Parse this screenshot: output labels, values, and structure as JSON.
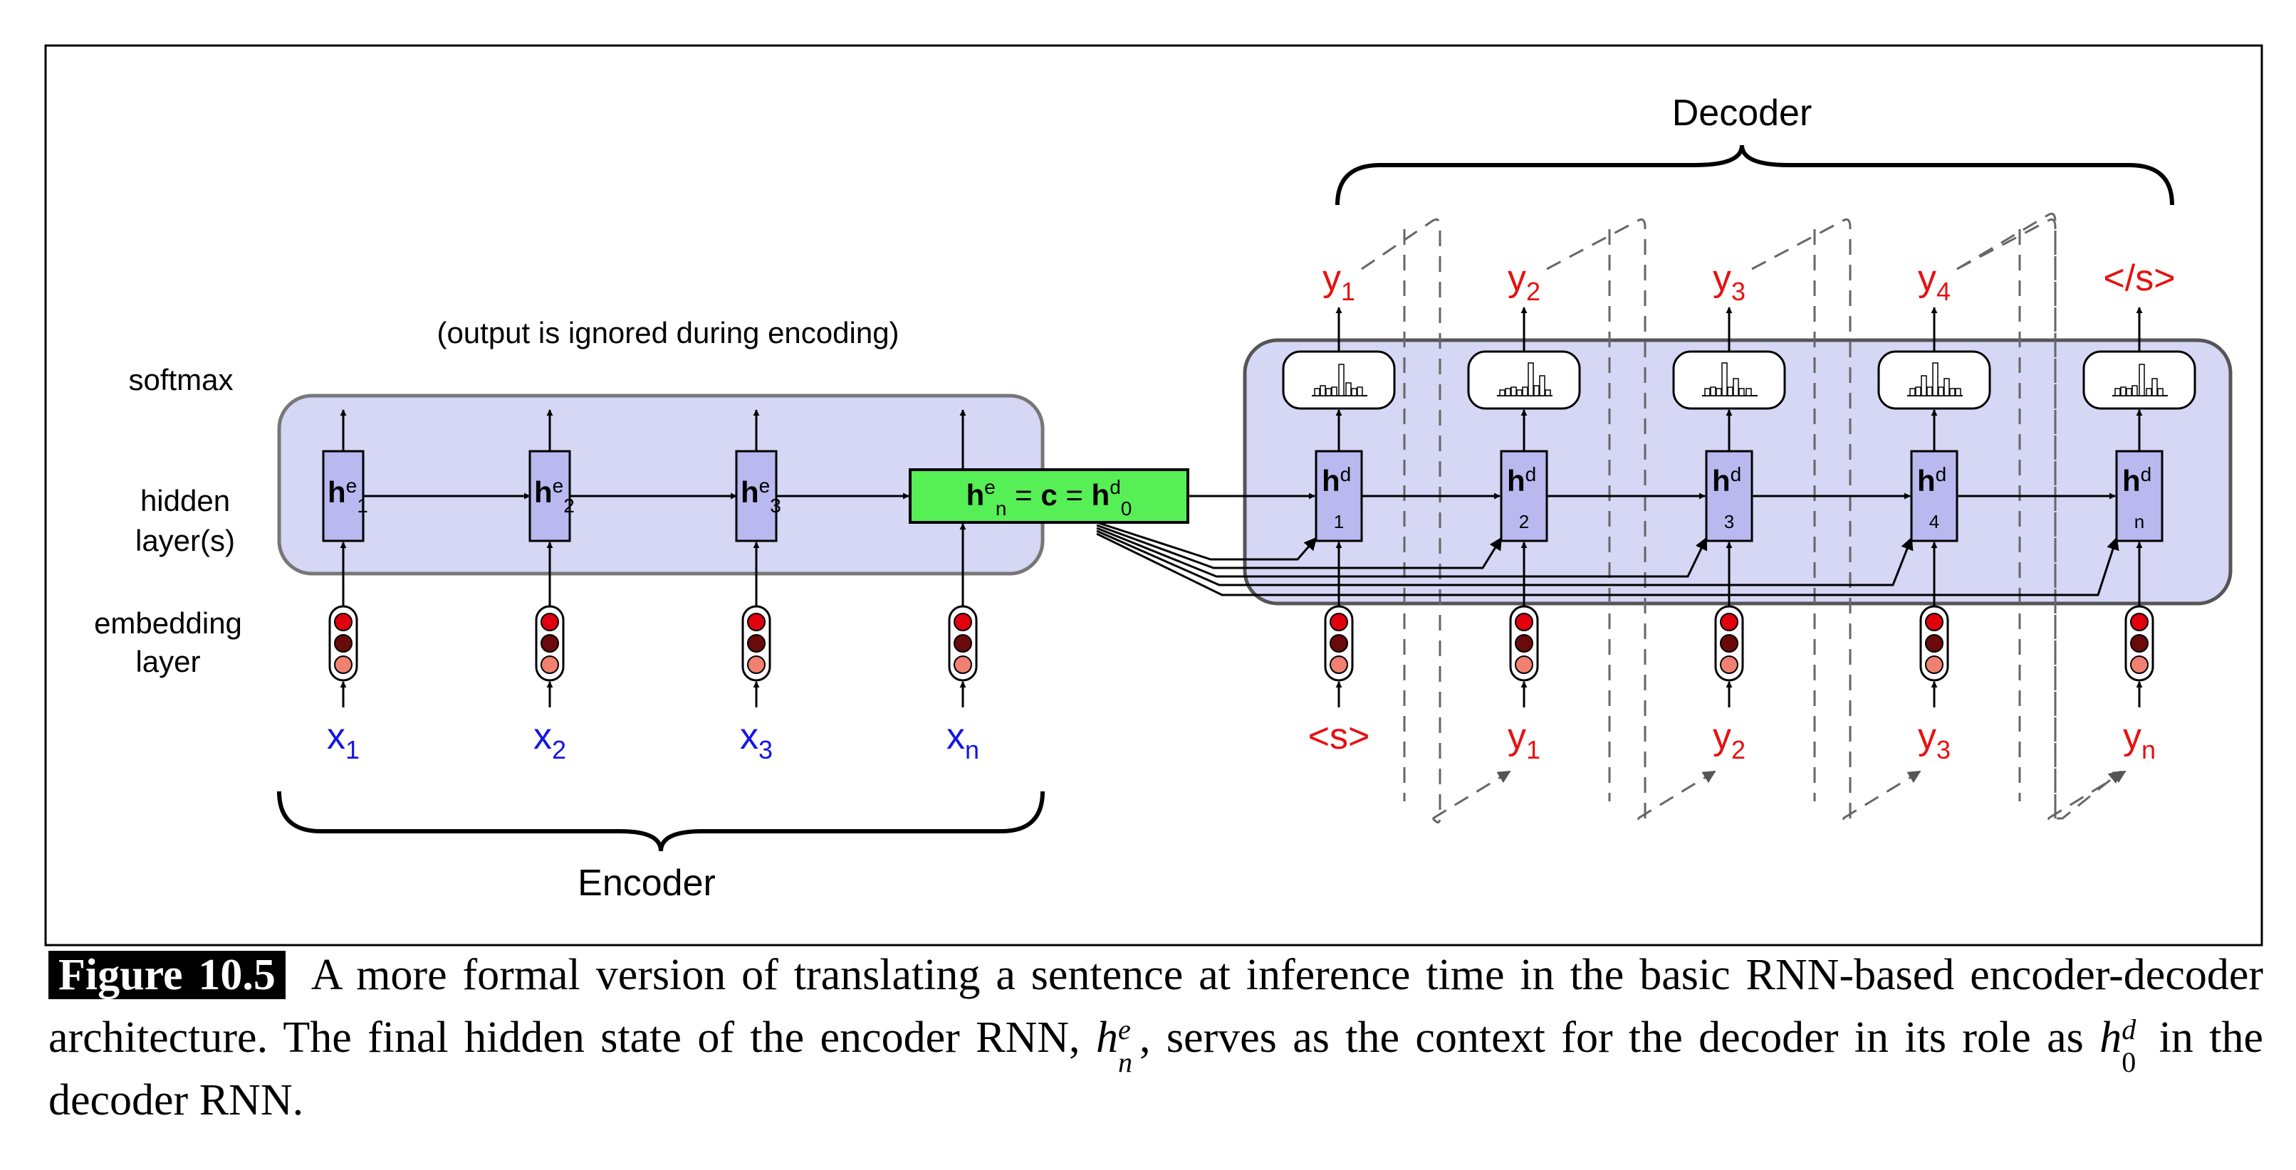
{
  "figure": {
    "labels": {
      "output_note": "(output is ignored during encoding)",
      "softmax": "softmax",
      "hidden_1": "hidden",
      "hidden_2": "layer(s)",
      "embedding_1": "embedding",
      "embedding_2": "layer",
      "encoder": "Encoder",
      "decoder": "Decoder"
    },
    "encoder_hidden": [
      {
        "main": "h",
        "sup": "e",
        "sub": "1"
      },
      {
        "main": "h",
        "sup": "e",
        "sub": "2"
      },
      {
        "main": "h",
        "sup": "e",
        "sub": "3"
      }
    ],
    "context_box": {
      "h1": "h",
      "sup1": "e",
      "sub1": "n",
      "eq1": " = ",
      "c": "c",
      "eq2": " = ",
      "h2": "h",
      "sup2": "d",
      "sub2": "0"
    },
    "encoder_inputs": [
      {
        "main": "x",
        "sub": "1"
      },
      {
        "main": "x",
        "sub": "2"
      },
      {
        "main": "x",
        "sub": "3"
      },
      {
        "main": "x",
        "sub": "n"
      }
    ],
    "decoder_hidden": [
      {
        "main": "h",
        "sup": "d",
        "sub": "1"
      },
      {
        "main": "h",
        "sup": "d",
        "sub": "2"
      },
      {
        "main": "h",
        "sup": "d",
        "sub": "3"
      },
      {
        "main": "h",
        "sup": "d",
        "sub": "4"
      },
      {
        "main": "h",
        "sup": "d",
        "sub": "n"
      }
    ],
    "decoder_outputs": [
      {
        "main": "y",
        "sub": "1"
      },
      {
        "main": "y",
        "sub": "2"
      },
      {
        "main": "y",
        "sub": "3"
      },
      {
        "main": "y",
        "sub": "4"
      },
      {
        "main": "</s>",
        "sub": ""
      }
    ],
    "decoder_inputs": [
      {
        "main": "<s>",
        "sub": ""
      },
      {
        "main": "y",
        "sub": "1"
      },
      {
        "main": "y",
        "sub": "2"
      },
      {
        "main": "y",
        "sub": "3"
      },
      {
        "main": "y",
        "sub": "n"
      }
    ],
    "colors": {
      "encoder_text": "#1515e6",
      "decoder_text": "#e81010",
      "region_fill": "#d6d6f5",
      "node_fill": "#b9b9f0",
      "context_fill": "#56f056",
      "embed_top": "#e0000e",
      "embed_mid": "#6b0a0a",
      "embed_bottom": "#f08070"
    }
  },
  "caption": {
    "label": "Figure 10.5",
    "text_1": "A more formal version of translating a sentence at inference time in the basic RNN-based encoder-decoder architecture.  The final hidden state of the encoder RNN, ",
    "math_1_base": "h",
    "math_1_sup": "e",
    "math_1_sub": "n",
    "text_2": ", serves as the context for the decoder in its role as ",
    "math_2_base": "h",
    "math_2_sup": "d",
    "math_2_sub": "0",
    "text_3": " in the decoder RNN."
  }
}
